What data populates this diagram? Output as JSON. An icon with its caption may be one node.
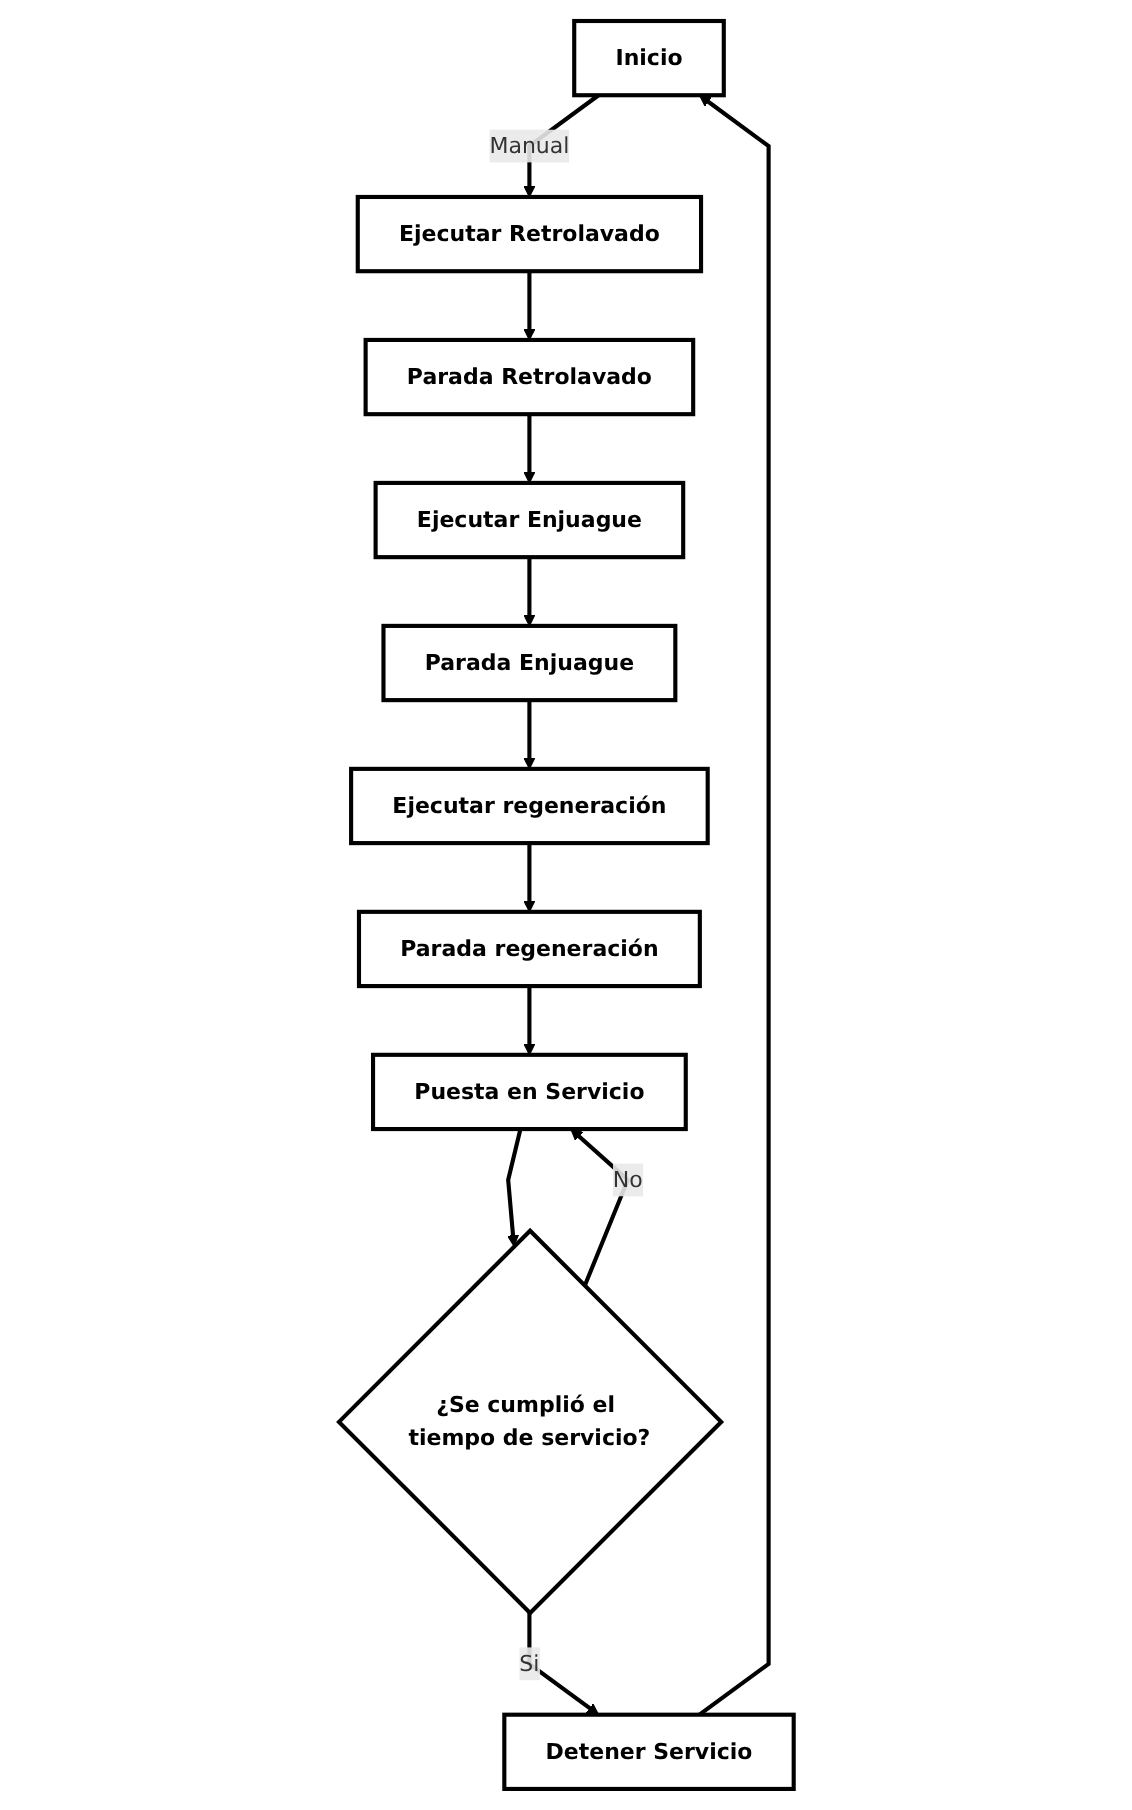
{
  "diagram": {
    "nodes": [
      {
        "text": [
          "Inicio"
        ]
      },
      {
        "text": [
          "Ejecutar Retrolavado"
        ]
      },
      {
        "text": [
          "Parada Retrolavado"
        ]
      },
      {
        "text": [
          "Ejecutar Enjuague"
        ]
      },
      {
        "text": [
          "Parada Enjuague"
        ]
      },
      {
        "text": [
          "Ejecutar regeneración"
        ]
      },
      {
        "text": [
          "Parada regeneración"
        ]
      },
      {
        "text": [
          "Puesta en Servicio"
        ]
      },
      {
        "text": [
          "¿Se cumplió el tiempo de servicio?"
        ]
      },
      {
        "text": [
          "Detener Servicio"
        ]
      }
    ],
    "edges": [
      {
        "from": 0,
        "to": 1,
        "arrow": "to",
        "label": "Manual"
      },
      {
        "from": 1,
        "to": 2,
        "arrow": "to"
      },
      {
        "from": 2,
        "to": 3,
        "arrow": "to"
      },
      {
        "from": 3,
        "to": 4,
        "arrow": "to"
      },
      {
        "from": 4,
        "to": 5,
        "arrow": "to"
      },
      {
        "from": 5,
        "to": 6,
        "arrow": "to"
      },
      {
        "from": 6,
        "to": 7,
        "arrow": "to"
      },
      {
        "from": 7,
        "to": 8,
        "arrow": "to"
      },
      {
        "from": 8,
        "to": 9,
        "arrow": "to",
        "label": "Si"
      },
      {
        "from": 9,
        "to": 0,
        "arrow": "to"
      },
      {
        "from": 8,
        "to": 7,
        "arrow": "to",
        "label": "No"
      }
    ]
  }
}
